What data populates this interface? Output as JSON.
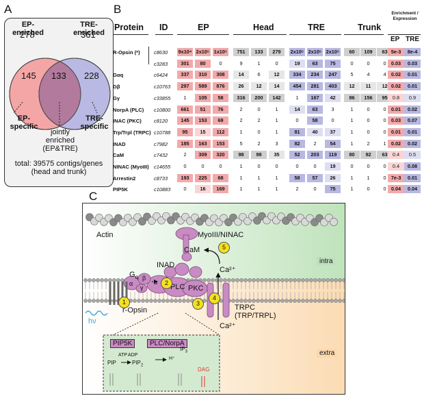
{
  "panel_labels": {
    "a": "A",
    "b": "B",
    "c": "C"
  },
  "venn": {
    "left_title": "EP-enriched",
    "left_count": "278",
    "right_title": "TRE-enriched",
    "right_count": "361",
    "left_only": "145",
    "overlap": "133",
    "right_only": "228",
    "left_specific_label": "EP-specific",
    "right_specific_label": "TRE-specific",
    "joint_label": "jointly enriched (EP&TRE)",
    "total_label": "total: 39575 contigs/genes (head and trunk)",
    "left_color": "#f4a6a6",
    "right_color": "#b9b9e3",
    "overlap_color": "#b27a9c"
  },
  "table": {
    "headers": {
      "protein": "Protein",
      "id": "ID",
      "ep": "EP",
      "head": "Head",
      "tre": "TRE",
      "trunk": "Trunk",
      "enrichment": "Enrichment / Expression",
      "enr_ep": "EP",
      "enr_tre": "TRE"
    },
    "rows": [
      {
        "protein": "R-Opsin (*)",
        "id": "c8630",
        "ep": [
          "9x10⁴",
          "2x10⁵",
          "1x10⁵"
        ],
        "head": [
          "751",
          "133",
          "279"
        ],
        "tre": [
          "2x10⁵",
          "2x10⁵",
          "2x10⁵"
        ],
        "trunk": [
          "60",
          "109",
          "63"
        ],
        "enr": [
          "5e-3",
          "8e-4"
        ]
      },
      {
        "protein": "",
        "id": "c3283",
        "ep": [
          "301",
          "80",
          "0"
        ],
        "head": [
          "9",
          "1",
          "0"
        ],
        "tre": [
          "19",
          "63",
          "75"
        ],
        "trunk": [
          "0",
          "0",
          "0"
        ],
        "enr": [
          "0.03",
          "0.03"
        ]
      },
      {
        "protein": "Gαq",
        "id": "c6424",
        "ep": [
          "337",
          "310",
          "308"
        ],
        "head": [
          "14",
          "6",
          "12"
        ],
        "tre": [
          "334",
          "234",
          "247"
        ],
        "trunk": [
          "5",
          "4",
          "4"
        ],
        "enr": [
          "0.02",
          "0.01"
        ]
      },
      {
        "protein": "Gβ",
        "id": "c10763",
        "ep": [
          "297",
          "589",
          "876"
        ],
        "head": [
          "26",
          "12",
          "14"
        ],
        "tre": [
          "454",
          "281",
          "403"
        ],
        "trunk": [
          "12",
          "11",
          "12"
        ],
        "enr": [
          "0.02",
          "0.01"
        ]
      },
      {
        "protein": "Gγ",
        "id": "c33855",
        "ep": [
          "1",
          "105",
          "58"
        ],
        "head": [
          "316",
          "200",
          "142"
        ],
        "tre": [
          "1",
          "167",
          "42"
        ],
        "trunk": [
          "86",
          "156",
          "95"
        ],
        "enr": [
          "0.8",
          "0.9"
        ]
      },
      {
        "protein": "NorpA (PLC)",
        "id": "c10800",
        "ep": [
          "661",
          "51",
          "76"
        ],
        "head": [
          "2",
          "0",
          "1"
        ],
        "tre": [
          "14",
          "63",
          "3"
        ],
        "trunk": [
          "1",
          "0",
          "0"
        ],
        "enr": [
          "0.01",
          "0.02"
        ]
      },
      {
        "protein": "INAC (PKC)",
        "id": "c8120",
        "ep": [
          "145",
          "153",
          "69"
        ],
        "head": [
          "2",
          "2",
          "1"
        ],
        "tre": [
          "0",
          "58",
          "0"
        ],
        "trunk": [
          "1",
          "0",
          "0"
        ],
        "enr": [
          "0.03",
          "0.07"
        ]
      },
      {
        "protein": "Trp/Trpl (TRPC)",
        "id": "c10788",
        "ep": [
          "95",
          "15",
          "112"
        ],
        "head": [
          "1",
          "0",
          "1"
        ],
        "tre": [
          "81",
          "40",
          "37"
        ],
        "trunk": [
          "1",
          "0",
          "0"
        ],
        "enr": [
          "0.01",
          "0.01"
        ]
      },
      {
        "protein": "INAD",
        "id": "c7982",
        "ep": [
          "185",
          "163",
          "153"
        ],
        "head": [
          "5",
          "2",
          "3"
        ],
        "tre": [
          "82",
          "2",
          "54"
        ],
        "trunk": [
          "1",
          "2",
          "1"
        ],
        "enr": [
          "0.02",
          "0.02"
        ]
      },
      {
        "protein": "CaM",
        "id": "c7432",
        "ep": [
          "2",
          "309",
          "320"
        ],
        "head": [
          "98",
          "98",
          "35"
        ],
        "tre": [
          "52",
          "203",
          "119"
        ],
        "trunk": [
          "80",
          "92",
          "63"
        ],
        "enr": [
          "0.4",
          "0.5"
        ]
      },
      {
        "protein": "NINAC (MyoIII)",
        "id": "c14655",
        "ep": [
          "0",
          "0",
          "0"
        ],
        "head": [
          "1",
          "0",
          "0"
        ],
        "tre": [
          "0",
          "0",
          "19"
        ],
        "trunk": [
          "0",
          "0",
          "0"
        ],
        "enr": [
          "0.4",
          "0.08"
        ]
      },
      {
        "protein": "Arrestin2",
        "id": "c8733",
        "ep": [
          "193",
          "225",
          "68"
        ],
        "head": [
          "1",
          "1",
          "1"
        ],
        "tre": [
          "58",
          "57",
          "26"
        ],
        "trunk": [
          "1",
          "1",
          "0"
        ],
        "enr": [
          "7e-3",
          "0.01"
        ]
      },
      {
        "protein": "PIP5K",
        "id": "c10883",
        "ep": [
          "0",
          "16",
          "169"
        ],
        "head": [
          "1",
          "1",
          "1"
        ],
        "tre": [
          "2",
          "0",
          "75"
        ],
        "trunk": [
          "1",
          "0",
          "0"
        ],
        "enr": [
          "0.04",
          "0.04"
        ]
      }
    ],
    "colors": {
      "ep": "#f2a9aa",
      "head": "#cfcfcf",
      "tre": "#b8b8e2",
      "trunk": "#cfcfcf"
    }
  },
  "diagram": {
    "actin": "Actin",
    "myo": "MyoIII/NINAC",
    "cam": "CaM",
    "inad": "INAD",
    "ca1": "Ca²⁺",
    "ca2": "Ca²⁺",
    "gq": "G",
    "gq_sub": "q",
    "alpha": "α",
    "beta": "β",
    "gamma": "γ",
    "alpha2": "α",
    "plc": "PLC",
    "pkc": "PKC",
    "intra": "intra",
    "extra": "extra",
    "ropsin": "r-Opsin",
    "hv": "hν",
    "trpc": "TRPC",
    "trpc_sub": "(TRP/TRPL)",
    "steps": [
      "1",
      "2",
      "3",
      "4",
      "5"
    ],
    "pip5k": "PIP5K",
    "plcnorpa": "PLC/NorpA",
    "atp": "ATP",
    "adp": "ADP",
    "pip": "PIP",
    "pip2": "PIP",
    "pip2_sub": "2",
    "ip3": "IP",
    "ip3_sub": "3",
    "hplus": "H⁺",
    "dag": "DAG",
    "colors": {
      "intra": "#cfe8cc",
      "extra": "#fbe6cc",
      "protein": "#c98bc3",
      "step": "#f5e022"
    }
  }
}
